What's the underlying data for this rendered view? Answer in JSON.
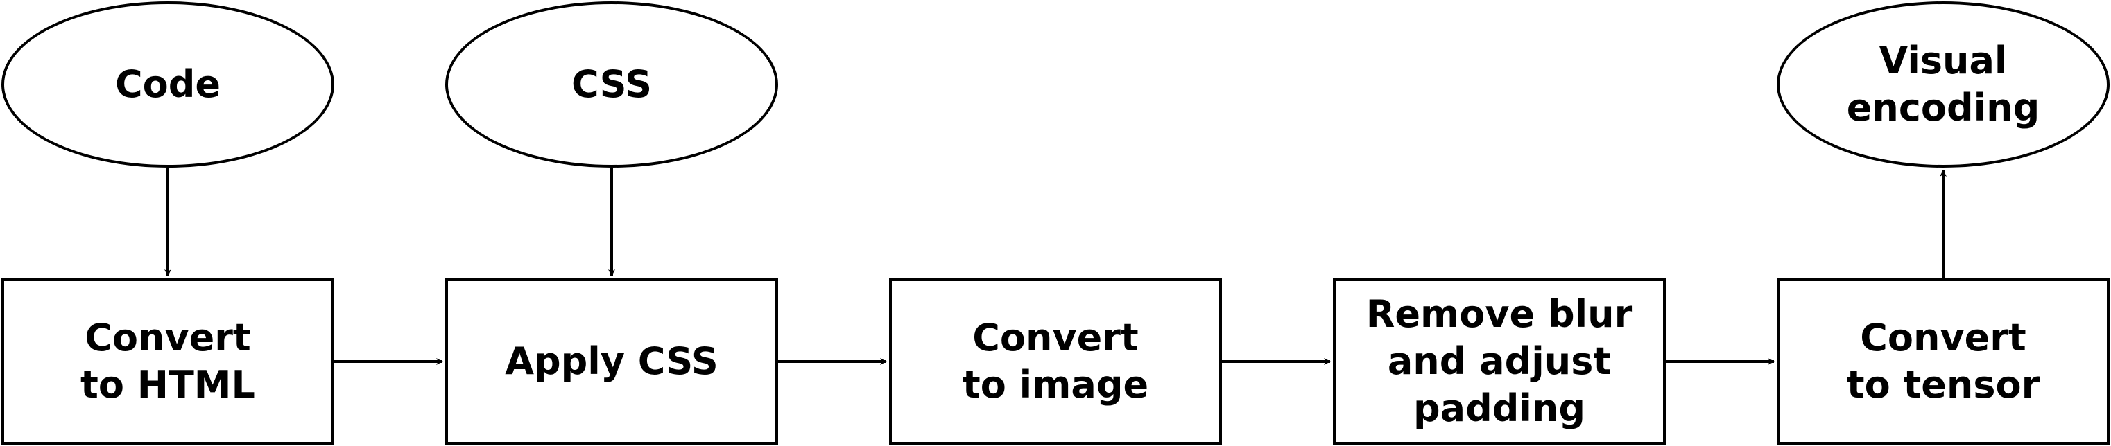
{
  "diagram": {
    "terminals": {
      "code": "Code",
      "css": "CSS",
      "visual_encoding": "Visual\nencoding"
    },
    "steps": {
      "convert_to_html": "Convert\nto HTML",
      "apply_css": "Apply CSS",
      "convert_to_image": "Convert\nto image",
      "remove_blur": "Remove blur\nand adjust\npadding",
      "convert_to_tensor": "Convert\nto tensor"
    },
    "colors": {
      "stroke": "#000000",
      "fill": "#ffffff"
    }
  }
}
